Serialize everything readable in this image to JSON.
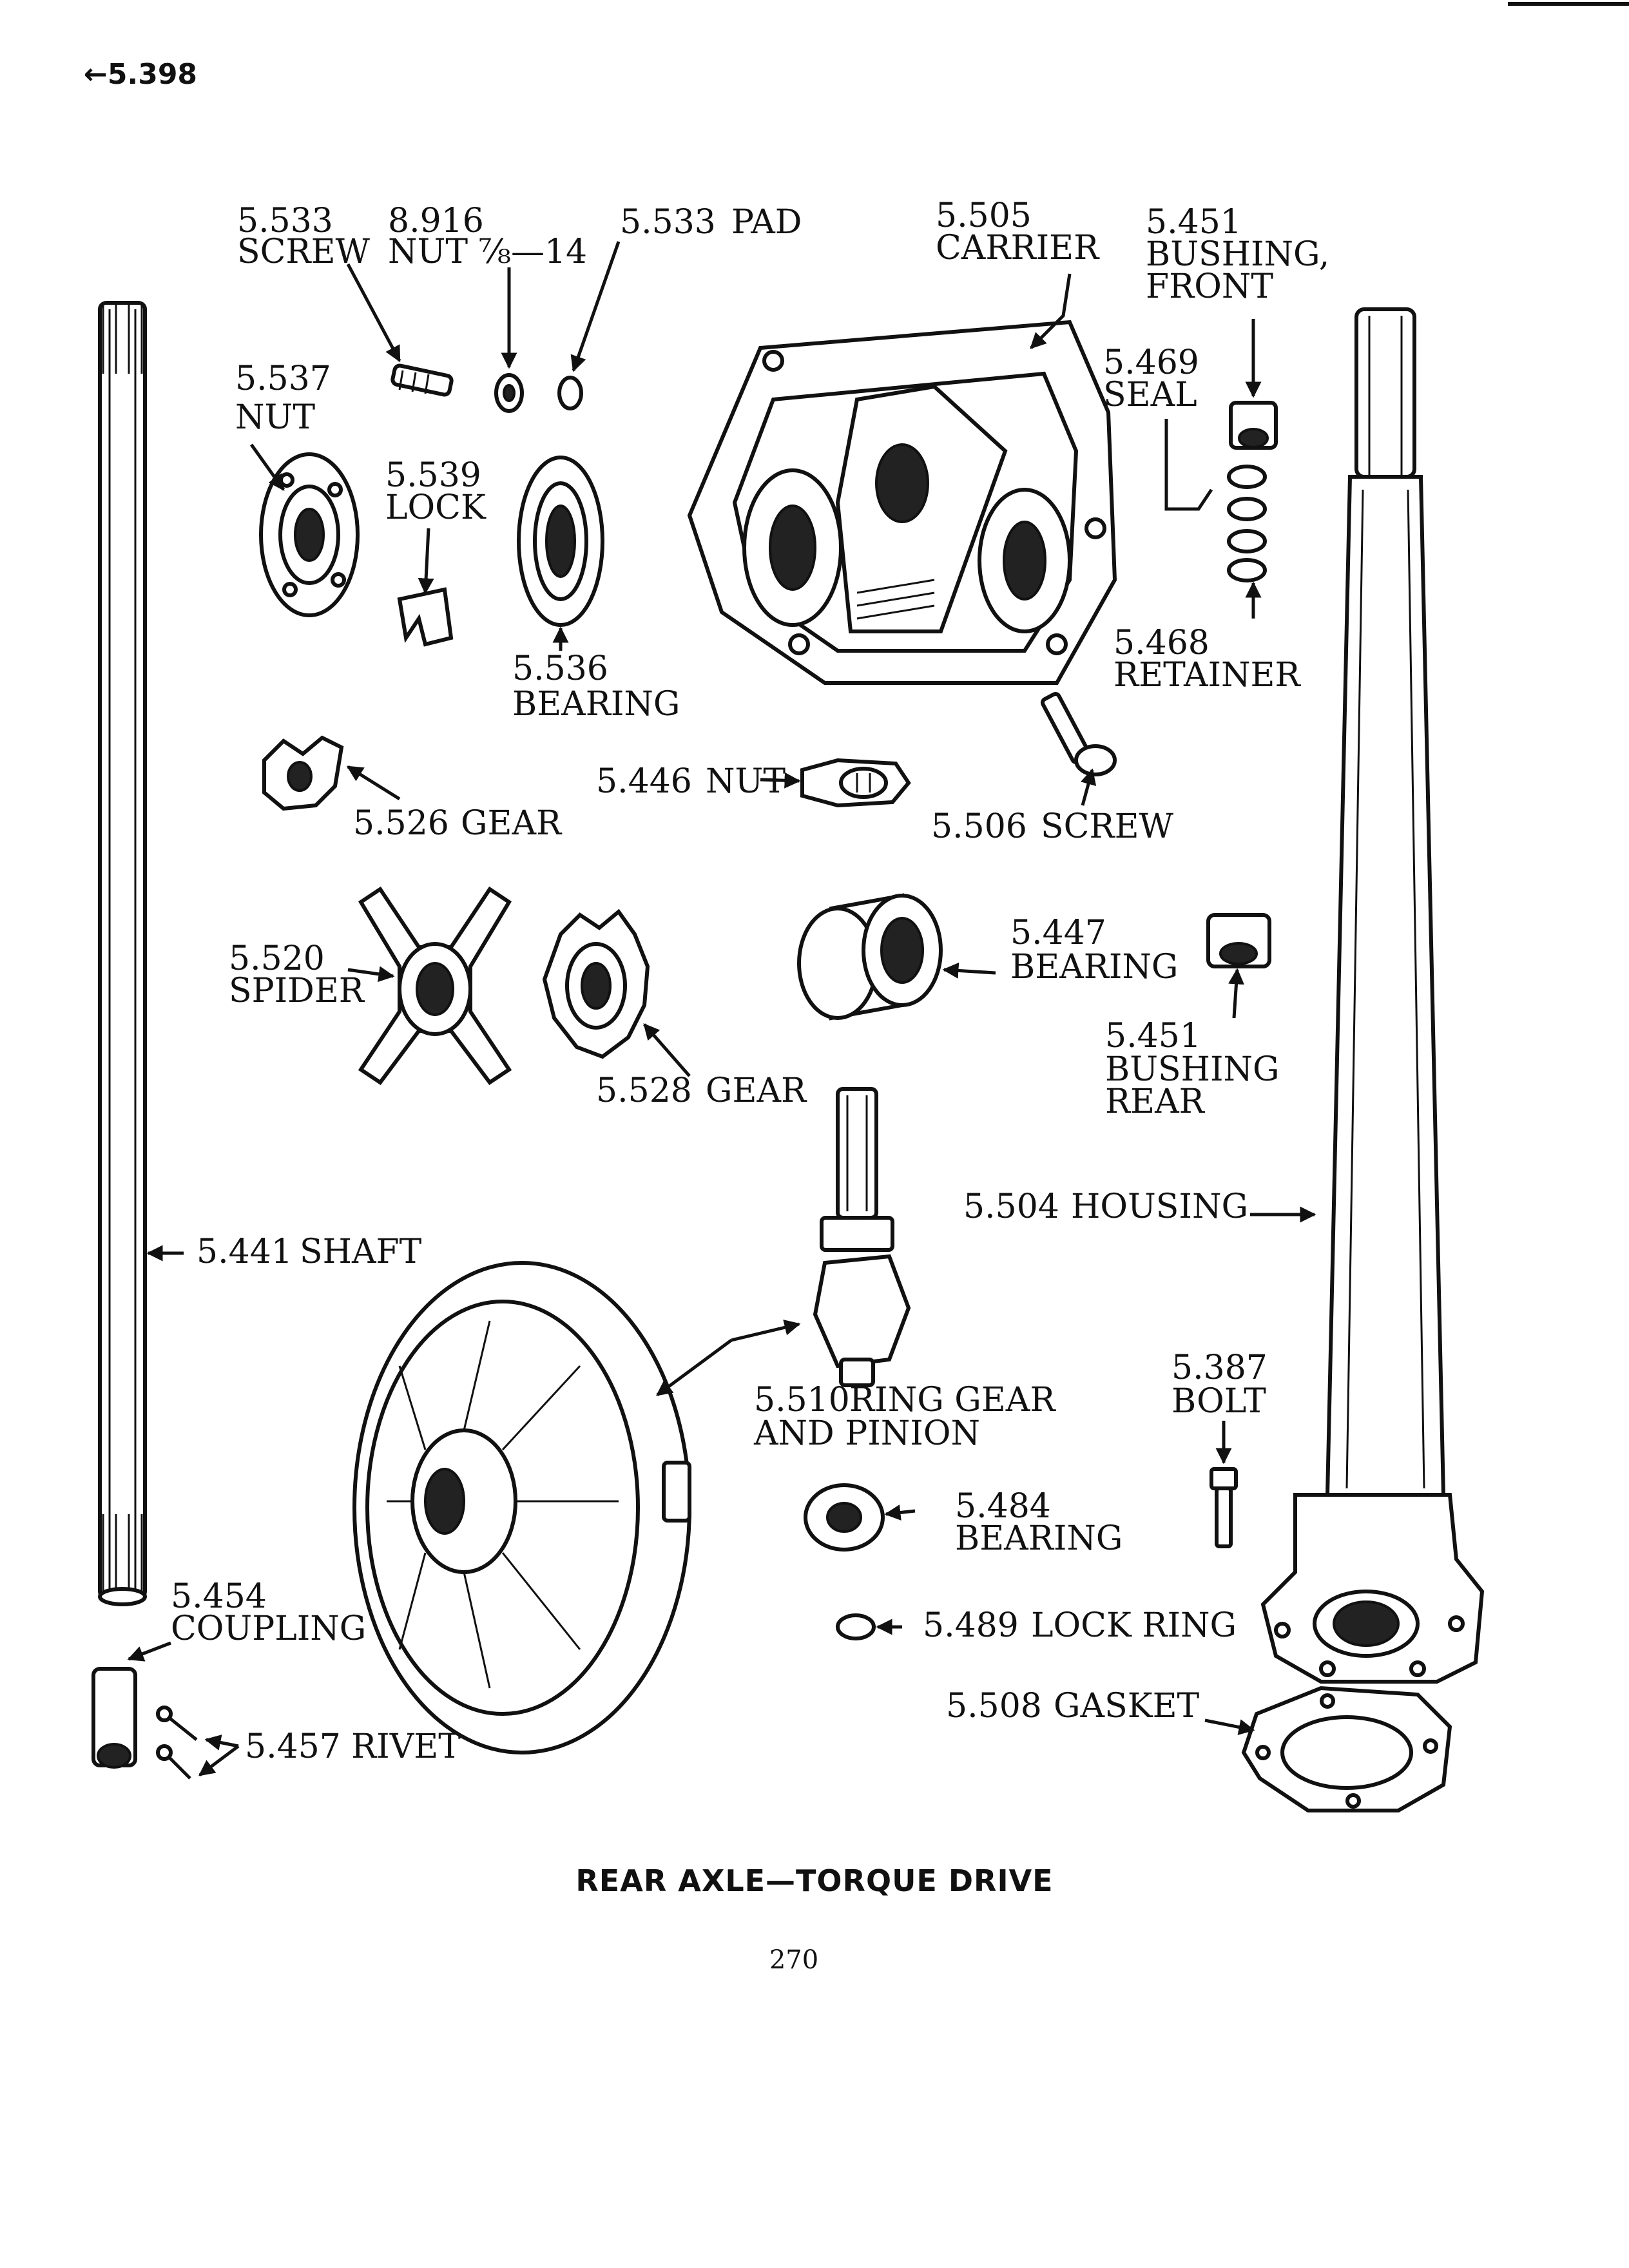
{
  "page_ref": "←5.398",
  "caption": "REAR AXLE—TORQUE DRIVE",
  "page_number": "270",
  "parts": [
    {
      "code": "5.533",
      "name": "SCREW"
    },
    {
      "code": "8.916",
      "name": "NUT ⅞—14"
    },
    {
      "code": "5.533",
      "name": "PAD"
    },
    {
      "code": "5.505",
      "name": "CARRIER"
    },
    {
      "code": "5.451",
      "name": "BUSHING,",
      "name2": "FRONT"
    },
    {
      "code": "5.537",
      "name": "NUT"
    },
    {
      "code": "5.539",
      "name": "LOCK"
    },
    {
      "code": "5.469",
      "name": "SEAL"
    },
    {
      "code": "5.536",
      "name": "BEARING"
    },
    {
      "code": "5.468",
      "name": "RETAINER"
    },
    {
      "code": "5.446",
      "name": "NUT"
    },
    {
      "code": "5.526",
      "name": "GEAR"
    },
    {
      "code": "5.506",
      "name": "SCREW"
    },
    {
      "code": "5.520",
      "name": "SPIDER"
    },
    {
      "code": "5.447",
      "name": "BEARING"
    },
    {
      "code": "5.451",
      "name": "BUSHING",
      "name2": "REAR"
    },
    {
      "code": "5.528",
      "name": "GEAR"
    },
    {
      "code": "5.504",
      "name": "HOUSING"
    },
    {
      "code": "5.441",
      "name": "SHAFT"
    },
    {
      "code": "5.387",
      "name": "BOLT"
    },
    {
      "code": "5.510",
      "name": "RING GEAR",
      "name2": "AND PINION"
    },
    {
      "code": "5.484",
      "name": "BEARING"
    },
    {
      "code": "5.454",
      "name": "COUPLING"
    },
    {
      "code": "5.489",
      "name": "LOCK RING"
    },
    {
      "code": "5.508",
      "name": "GASKET"
    },
    {
      "code": "5.457",
      "name": "RIVET"
    }
  ]
}
